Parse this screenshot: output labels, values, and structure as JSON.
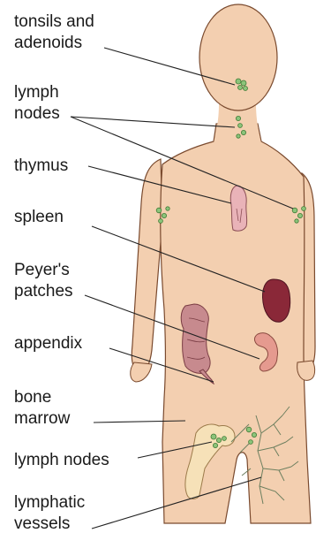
{
  "labels": {
    "tonsils": [
      "tonsils and",
      "adenoids"
    ],
    "lymph_nodes_upper": [
      "lymph",
      "nodes"
    ],
    "thymus": [
      "thymus"
    ],
    "spleen": [
      "spleen"
    ],
    "peyers": [
      "Peyer's",
      "patches"
    ],
    "appendix": [
      "appendix"
    ],
    "bone_marrow": [
      "bone",
      "marrow"
    ],
    "lymph_nodes_lower": [
      "lymph nodes"
    ],
    "lymphatic_vessels": [
      "lymphatic",
      "vessels"
    ]
  },
  "colors": {
    "skin": "#f3cfb0",
    "skin_outline": "#7a4a2e",
    "node": "#8cc47a",
    "node_outline": "#3f7a35",
    "spleen": "#8a2838",
    "intestine": "#c78a8e",
    "thymus": "#e9b3b8",
    "bone": "#f6e1b8",
    "vessel": "#6d7f5f",
    "leader": "#222222"
  }
}
